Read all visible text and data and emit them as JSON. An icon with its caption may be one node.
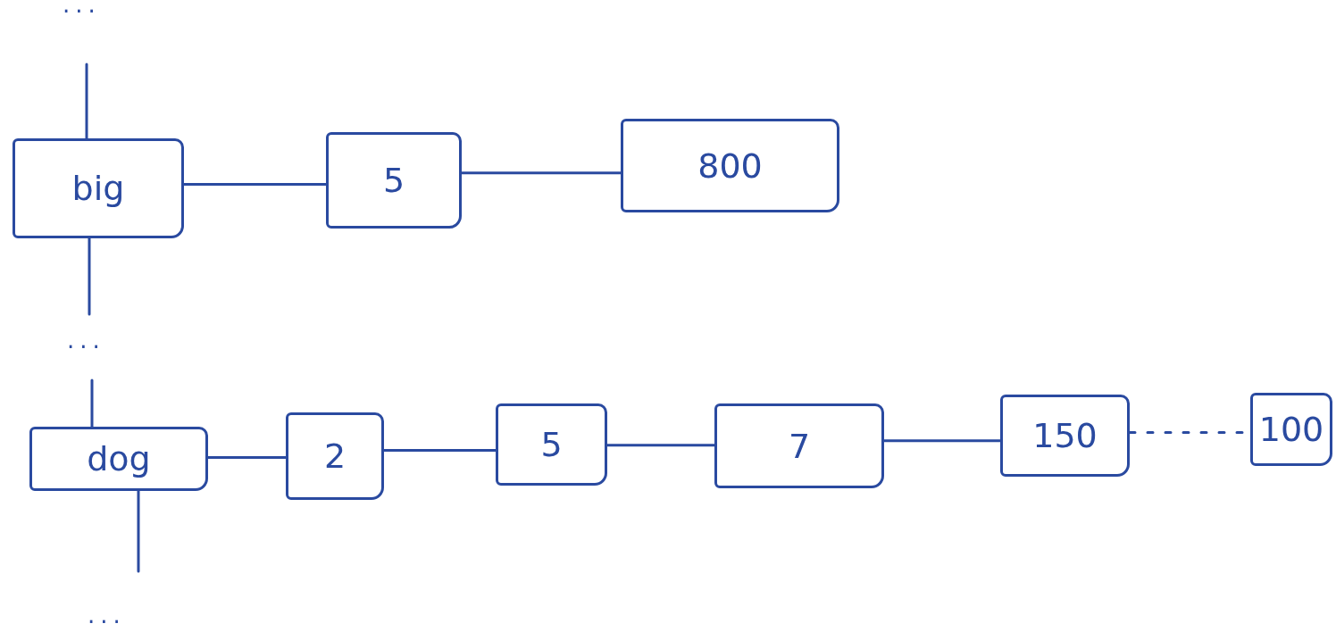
{
  "diagram": {
    "nodes": [
      {
        "text": [
          "big"
        ]
      },
      {
        "text": [
          "5"
        ]
      },
      {
        "text": [
          "800"
        ]
      },
      {
        "text": [
          "dog"
        ]
      },
      {
        "text": [
          "2"
        ]
      },
      {
        "text": [
          "5"
        ]
      },
      {
        "text": [
          "7"
        ]
      },
      {
        "text": [
          "150"
        ]
      },
      {
        "text": [
          "100"
        ]
      }
    ],
    "edges": [
      {
        "from": 0,
        "to": 1,
        "arrow": "none"
      },
      {
        "from": 1,
        "to": 2,
        "arrow": "none"
      },
      {
        "from": 3,
        "to": 4,
        "arrow": "none"
      },
      {
        "from": 4,
        "to": 5,
        "arrow": "none"
      },
      {
        "from": 5,
        "to": 6,
        "arrow": "none"
      },
      {
        "from": 6,
        "to": 7,
        "arrow": "none"
      },
      {
        "from": 7,
        "to": 8,
        "arrow": "none",
        "style": "dashed"
      },
      {
        "from": null,
        "to": 0,
        "arrow": "none"
      },
      {
        "from": 0,
        "to": null,
        "arrow": "none"
      },
      {
        "from": null,
        "to": 3,
        "arrow": "none"
      },
      {
        "from": 3,
        "to": null,
        "arrow": "none"
      }
    ],
    "labels": [
      "...",
      "...",
      "..."
    ]
  }
}
